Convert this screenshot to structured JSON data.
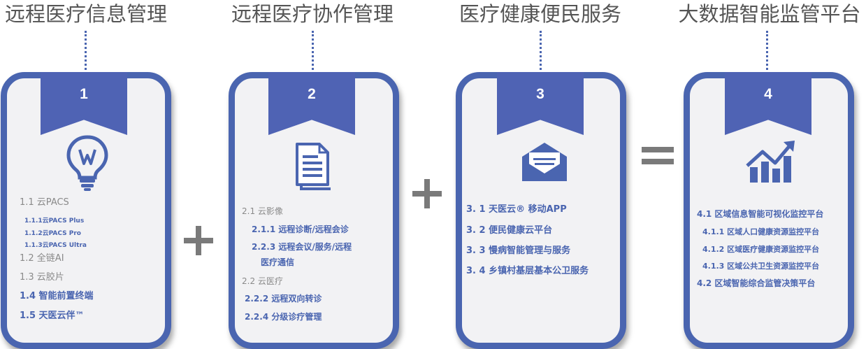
{
  "columns": [
    {
      "title": "远程医疗信息管理",
      "number": "1",
      "icon": "lightbulb-icon",
      "items": [
        {
          "text": "1.1  云PACS"
        },
        {
          "text": "1.1.1云PACS Plus"
        },
        {
          "text": "1.1.2云PACS Pro"
        },
        {
          "text": "1.1.3云PACS Ultra"
        },
        {
          "text": "1.2  全链AI"
        },
        {
          "text": "1.3  云胶片"
        },
        {
          "text": "1.4  智能前置终端"
        },
        {
          "text": "1.5  天医云伴™"
        }
      ]
    },
    {
      "title": "远程医疗协作管理",
      "number": "2",
      "icon": "document-icon",
      "items": [
        {
          "text": "2.1  云影像"
        },
        {
          "text": "2.1.1  远程诊断/远程会诊"
        },
        {
          "text": "2.2.3  远程会议/服务/远程"
        },
        {
          "text": "医疗通信"
        },
        {
          "text": "2.2  云医疗"
        },
        {
          "text": "2.2.2  远程双向转诊"
        },
        {
          "text": "2.2.4  分级诊疗管理"
        }
      ]
    },
    {
      "title": "医疗健康便民服务",
      "number": "3",
      "icon": "envelope-icon",
      "items": [
        {
          "text": "3. 1    天医云® 移动APP"
        },
        {
          "text": "3. 2    便民健康云平台"
        },
        {
          "text": "3. 3    慢病智能管理与服务"
        },
        {
          "text": "3. 4    乡镇村基层基本公卫服务"
        }
      ]
    },
    {
      "title": "大数据智能监管平台",
      "number": "4",
      "icon": "growth-chart-icon",
      "items": [
        {
          "text": "4.1 区域信息智能可视化监控平台"
        },
        {
          "text": "4.1.1 区域人口健康资源监控平台"
        },
        {
          "text": "4.1.2 区域医疗健康资源监控平台"
        },
        {
          "text": "4.1.3 区域公共卫生资源监控平台"
        },
        {
          "text": "4.2 区域智能综合监管决策平台"
        }
      ]
    }
  ],
  "operators": [
    "+",
    "+",
    "="
  ],
  "colors": {
    "accent": "#4a65b0",
    "tab": "#4f63b4",
    "gray_text": "#8a8a8a",
    "operator": "#7a7a7a"
  }
}
